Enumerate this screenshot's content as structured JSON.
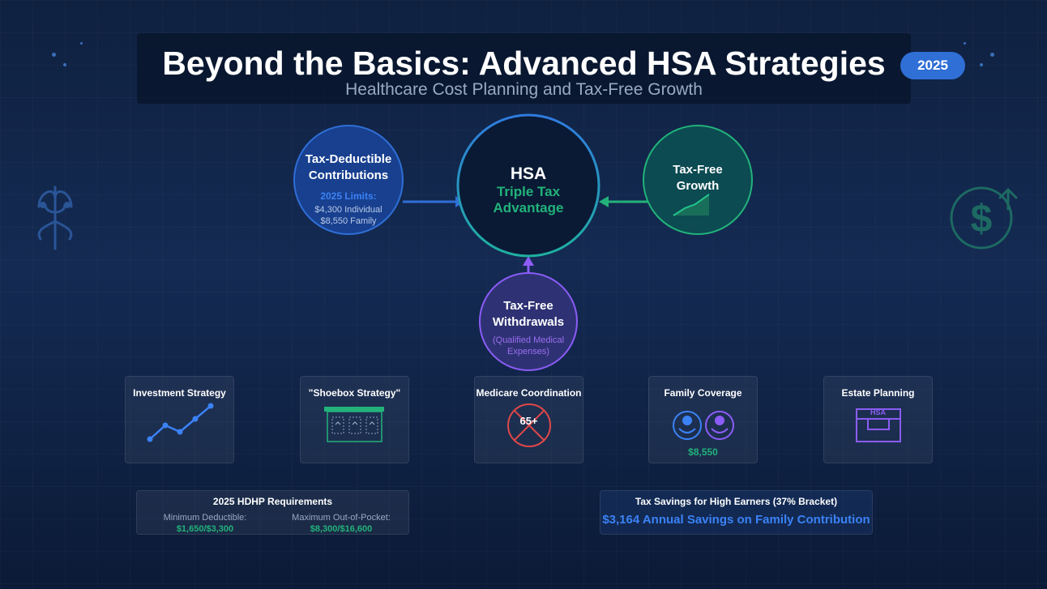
{
  "header": {
    "title": "Beyond the Basics: Advanced HSA Strategies",
    "subtitle": "Healthcare Cost Planning and Tax-Free Growth",
    "year_badge": "2025"
  },
  "diagram": {
    "center": {
      "title": "HSA",
      "subtitle_line1": "Triple Tax",
      "subtitle_line2": "Advantage"
    },
    "contributions": {
      "title_line1": "Tax-Deductible",
      "title_line2": "Contributions",
      "limits_heading": "2025 Limits:",
      "limit_individual": "$4,300 Individual",
      "limit_family": "$8,550 Family"
    },
    "growth": {
      "title_line1": "Tax-Free",
      "title_line2": "Growth"
    },
    "withdrawals": {
      "title_line1": "Tax-Free",
      "title_line2": "Withdrawals",
      "note_line1": "(Qualified Medical",
      "note_line2": "Expenses)"
    }
  },
  "strategies": {
    "investment": {
      "title": "Investment Strategy"
    },
    "shoebox": {
      "title": "\"Shoebox Strategy\""
    },
    "medicare": {
      "title": "Medicare Coordination",
      "age_label": "65+"
    },
    "family": {
      "title": "Family Coverage",
      "amount": "$8,550"
    },
    "estate": {
      "title": "Estate Planning",
      "box_label": "HSA"
    }
  },
  "hdhp": {
    "title": "2025 HDHP Requirements",
    "min_deductible_label": "Minimum Deductible:",
    "min_deductible_value": "$1,650/$3,300",
    "max_oop_label": "Maximum Out-of-Pocket:",
    "max_oop_value": "$8,300/$16,600"
  },
  "savings": {
    "title": "Tax Savings for High Earners (37% Bracket)",
    "value": "$3,164 Annual Savings on Family Contribution"
  },
  "colors": {
    "blue": "#2f6fd6",
    "green": "#22b27a",
    "purple": "#8b5cf6",
    "red": "#e04848",
    "navy": "#0a1a35"
  },
  "icons": {
    "left_decoration": "caduceus-icon",
    "right_decoration": "dollar-growth-icon",
    "growth": "growth-chart-icon",
    "investment": "line-chart-icon",
    "shoebox": "receipt-box-icon",
    "medicare": "age-restriction-icon",
    "family": "family-icon",
    "estate": "hsa-briefcase-icon"
  }
}
